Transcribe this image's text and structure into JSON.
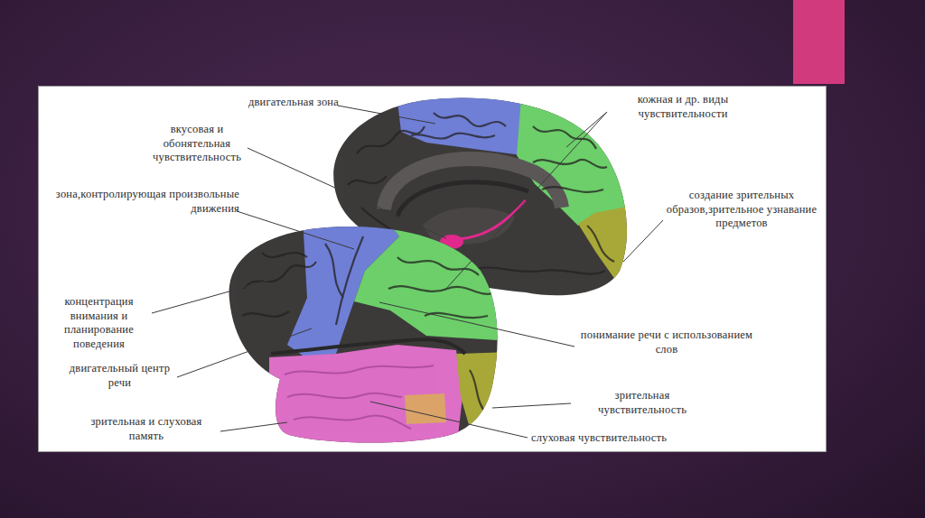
{
  "diagram": {
    "labels": [
      "двигательная зона",
      "вкусовая и обонятельная чувствительность",
      "зона,контролирующая произвольные движения",
      "концентрация внимания и планирование поведения",
      "двигательный центр речи",
      "зрительная и слуховая память",
      "кожная и др. виды чувствительности",
      "создание зрительных образов,зрительное узнавание предметов",
      "понимание речи с использованием слов",
      "зрительная чувствительность",
      "слуховая чувствительность"
    ]
  }
}
